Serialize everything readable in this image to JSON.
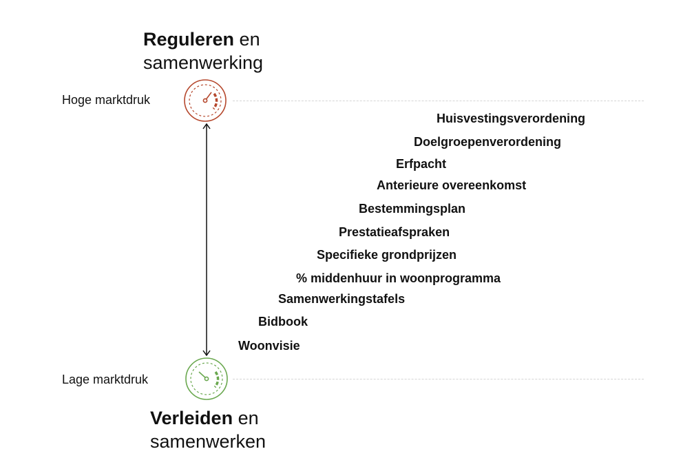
{
  "top_title": {
    "bold": "Reguleren",
    "rest_1": " en",
    "rest_2": "samenwerking"
  },
  "bottom_title": {
    "bold": "Verleiden",
    "rest_1": " en",
    "rest_2": "samenwerken"
  },
  "high_label": "Hoge marktdruk",
  "low_label": "Lage marktdruk",
  "colors": {
    "high_gauge": "#b5472c",
    "low_gauge": "#6aa84f",
    "arrow": "#111111",
    "guide": "#d4d4d4"
  },
  "icons": {
    "high": "speedometer-high-icon",
    "low": "speedometer-low-icon"
  },
  "instruments": [
    "Huisvestingsverordening",
    "Doelgroepenverordening",
    "Erfpacht",
    "Anterieure overeenkomst",
    "Bestemmingsplan",
    "Prestatieafspraken",
    "Specifieke grondprijzen",
    "% middenhuur in woonprogramma",
    "Samenwerkingstafels",
    "Bidbook",
    "Woonvisie"
  ]
}
